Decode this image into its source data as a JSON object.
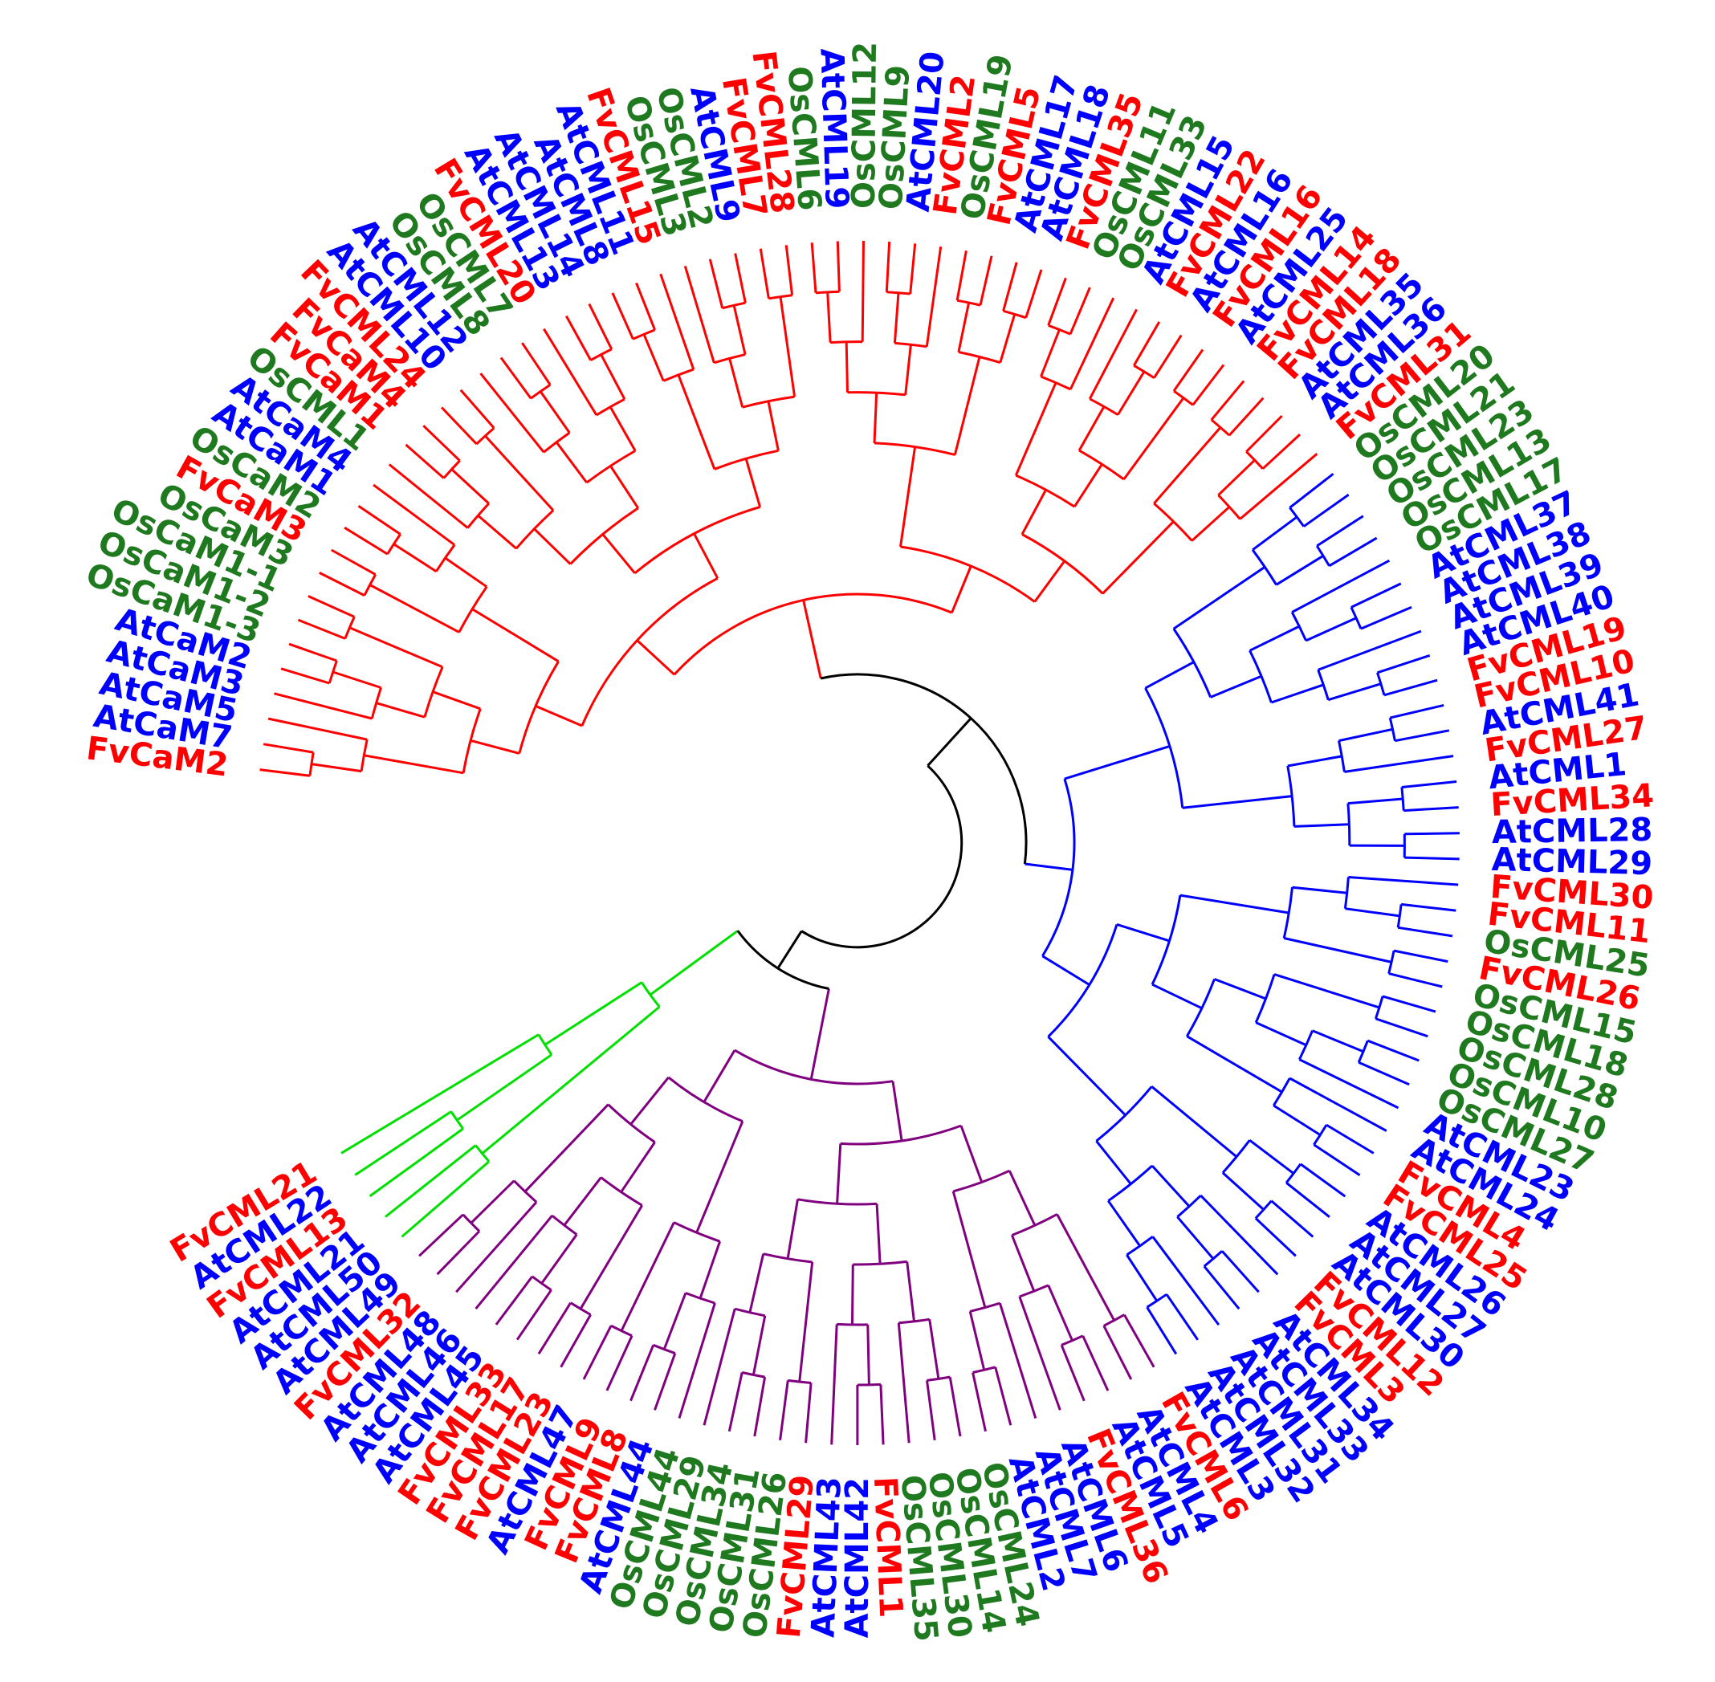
{
  "colors": {
    "Fv": "#ff0000",
    "At": "#0000ff",
    "Os": "#1f7a1f",
    "clade_red": "#ff0000",
    "clade_blue": "#0000ff",
    "clade_purple": "#800080",
    "clade_green": "#00e000",
    "backbone": "#000000"
  },
  "leaves": [
    {
      "name": "FvCaM2",
      "clade": "red"
    },
    {
      "name": "AtCaM7",
      "clade": "red"
    },
    {
      "name": "AtCaM5",
      "clade": "red"
    },
    {
      "name": "AtCaM3",
      "clade": "red"
    },
    {
      "name": "AtCaM2",
      "clade": "red"
    },
    {
      "name": "OsCaM1-3",
      "clade": "red"
    },
    {
      "name": "OsCaM1-2",
      "clade": "red"
    },
    {
      "name": "OsCaM1-1",
      "clade": "red"
    },
    {
      "name": "OsCaM3",
      "clade": "red"
    },
    {
      "name": "FvCaM3",
      "clade": "red"
    },
    {
      "name": "OsCaM2",
      "clade": "red"
    },
    {
      "name": "AtCaM1",
      "clade": "red"
    },
    {
      "name": "AtCaM4",
      "clade": "red"
    },
    {
      "name": "OsCML1",
      "clade": "red"
    },
    {
      "name": "FvCaM1",
      "clade": "red"
    },
    {
      "name": "FvCaM4",
      "clade": "red"
    },
    {
      "name": "FvCML24",
      "clade": "red"
    },
    {
      "name": "AtCML10",
      "clade": "red"
    },
    {
      "name": "AtCML12",
      "clade": "red"
    },
    {
      "name": "OsCML8",
      "clade": "red"
    },
    {
      "name": "OsCML7",
      "clade": "red"
    },
    {
      "name": "FvCML20",
      "clade": "red"
    },
    {
      "name": "AtCML13",
      "clade": "red"
    },
    {
      "name": "AtCML14",
      "clade": "red"
    },
    {
      "name": "AtCML8",
      "clade": "red"
    },
    {
      "name": "AtCML11",
      "clade": "red"
    },
    {
      "name": "FvCML15",
      "clade": "red"
    },
    {
      "name": "OsCML3",
      "clade": "red"
    },
    {
      "name": "OsCML2",
      "clade": "red"
    },
    {
      "name": "AtCML9",
      "clade": "red"
    },
    {
      "name": "FvCML7",
      "clade": "red"
    },
    {
      "name": "FvCML28",
      "clade": "red"
    },
    {
      "name": "OsCML6",
      "clade": "red"
    },
    {
      "name": "AtCML19",
      "clade": "red"
    },
    {
      "name": "OsCML12",
      "clade": "red"
    },
    {
      "name": "OsCML9",
      "clade": "red"
    },
    {
      "name": "AtCML20",
      "clade": "red"
    },
    {
      "name": "FvCML2",
      "clade": "red"
    },
    {
      "name": "OsCML19",
      "clade": "red"
    },
    {
      "name": "FvCML5",
      "clade": "red"
    },
    {
      "name": "AtCML17",
      "clade": "red"
    },
    {
      "name": "AtCML18",
      "clade": "red"
    },
    {
      "name": "FvCML35",
      "clade": "red"
    },
    {
      "name": "OsCML11",
      "clade": "red"
    },
    {
      "name": "OsCML33",
      "clade": "red"
    },
    {
      "name": "AtCML15",
      "clade": "red"
    },
    {
      "name": "FvCML22",
      "clade": "red"
    },
    {
      "name": "AtCML16",
      "clade": "red"
    },
    {
      "name": "FvCML16",
      "clade": "red"
    },
    {
      "name": "AtCML25",
      "clade": "red"
    },
    {
      "name": "FvCML14",
      "clade": "red"
    },
    {
      "name": "FvCML18",
      "clade": "red"
    },
    {
      "name": "AtCML35",
      "clade": "red"
    },
    {
      "name": "AtCML36",
      "clade": "red"
    },
    {
      "name": "FvCML31",
      "clade": "red"
    },
    {
      "name": "OsCML20",
      "clade": "blue"
    },
    {
      "name": "OsCML21",
      "clade": "blue"
    },
    {
      "name": "OsCML23",
      "clade": "blue"
    },
    {
      "name": "OsCML13",
      "clade": "blue"
    },
    {
      "name": "OsCML17",
      "clade": "blue"
    },
    {
      "name": "AtCML37",
      "clade": "blue"
    },
    {
      "name": "AtCML38",
      "clade": "blue"
    },
    {
      "name": "AtCML39",
      "clade": "blue"
    },
    {
      "name": "AtCML40",
      "clade": "blue"
    },
    {
      "name": "FvCML19",
      "clade": "blue"
    },
    {
      "name": "FvCML10",
      "clade": "blue"
    },
    {
      "name": "AtCML41",
      "clade": "blue"
    },
    {
      "name": "FvCML27",
      "clade": "blue"
    },
    {
      "name": "AtCML1",
      "clade": "blue"
    },
    {
      "name": "FvCML34",
      "clade": "blue"
    },
    {
      "name": "AtCML28",
      "clade": "blue"
    },
    {
      "name": "AtCML29",
      "clade": "blue"
    },
    {
      "name": "FvCML30",
      "clade": "blue"
    },
    {
      "name": "FvCML11",
      "clade": "blue"
    },
    {
      "name": "OsCML25",
      "clade": "blue"
    },
    {
      "name": "FvCML26",
      "clade": "blue"
    },
    {
      "name": "OsCML15",
      "clade": "blue"
    },
    {
      "name": "OsCML18",
      "clade": "blue"
    },
    {
      "name": "OsCML28",
      "clade": "blue"
    },
    {
      "name": "OsCML10",
      "clade": "blue"
    },
    {
      "name": "OsCML27",
      "clade": "blue"
    },
    {
      "name": "AtCML23",
      "clade": "blue"
    },
    {
      "name": "AtCML24",
      "clade": "blue"
    },
    {
      "name": "FvCML4",
      "clade": "blue"
    },
    {
      "name": "FvCML25",
      "clade": "blue"
    },
    {
      "name": "AtCML26",
      "clade": "blue"
    },
    {
      "name": "AtCML27",
      "clade": "blue"
    },
    {
      "name": "AtCML30",
      "clade": "blue"
    },
    {
      "name": "FvCML12",
      "clade": "blue"
    },
    {
      "name": "FvCML3",
      "clade": "blue"
    },
    {
      "name": "AtCML34",
      "clade": "blue"
    },
    {
      "name": "AtCML33",
      "clade": "blue"
    },
    {
      "name": "AtCML31",
      "clade": "blue"
    },
    {
      "name": "AtCML32",
      "clade": "blue"
    },
    {
      "name": "AtCML3",
      "clade": "blue"
    },
    {
      "name": "FvCML6",
      "clade": "purple"
    },
    {
      "name": "AtCML4",
      "clade": "purple"
    },
    {
      "name": "AtCML5",
      "clade": "purple"
    },
    {
      "name": "FvCML36",
      "clade": "purple"
    },
    {
      "name": "AtCML6",
      "clade": "purple"
    },
    {
      "name": "AtCML7",
      "clade": "purple"
    },
    {
      "name": "AtCML2",
      "clade": "purple"
    },
    {
      "name": "OsCML24",
      "clade": "purple"
    },
    {
      "name": "OsCML14",
      "clade": "purple"
    },
    {
      "name": "OsCML30",
      "clade": "purple"
    },
    {
      "name": "OsCML35",
      "clade": "purple"
    },
    {
      "name": "FvCML1",
      "clade": "purple"
    },
    {
      "name": "AtCML42",
      "clade": "purple"
    },
    {
      "name": "AtCML43",
      "clade": "purple"
    },
    {
      "name": "FvCML29",
      "clade": "purple"
    },
    {
      "name": "OsCML26",
      "clade": "purple"
    },
    {
      "name": "OsCML31",
      "clade": "purple"
    },
    {
      "name": "OsCML34",
      "clade": "purple"
    },
    {
      "name": "OsCML29",
      "clade": "purple"
    },
    {
      "name": "OsCML44",
      "clade": "purple"
    },
    {
      "name": "AtCML44",
      "clade": "purple"
    },
    {
      "name": "FvCML8",
      "clade": "purple"
    },
    {
      "name": "FvCML9",
      "clade": "purple"
    },
    {
      "name": "AtCML47",
      "clade": "purple"
    },
    {
      "name": "FvCML23",
      "clade": "purple"
    },
    {
      "name": "FvCML17",
      "clade": "purple"
    },
    {
      "name": "FvCML33",
      "clade": "purple"
    },
    {
      "name": "AtCML45",
      "clade": "purple"
    },
    {
      "name": "AtCML46",
      "clade": "purple"
    },
    {
      "name": "AtCML48",
      "clade": "purple"
    },
    {
      "name": "FvCML32",
      "clade": "purple"
    },
    {
      "name": "AtCML49",
      "clade": "purple"
    },
    {
      "name": "AtCML50",
      "clade": "green"
    },
    {
      "name": "AtCML21",
      "clade": "green"
    },
    {
      "name": "FvCML13",
      "clade": "green"
    },
    {
      "name": "AtCML22",
      "clade": "green"
    },
    {
      "name": "FvCML21",
      "clade": "green"
    }
  ]
}
